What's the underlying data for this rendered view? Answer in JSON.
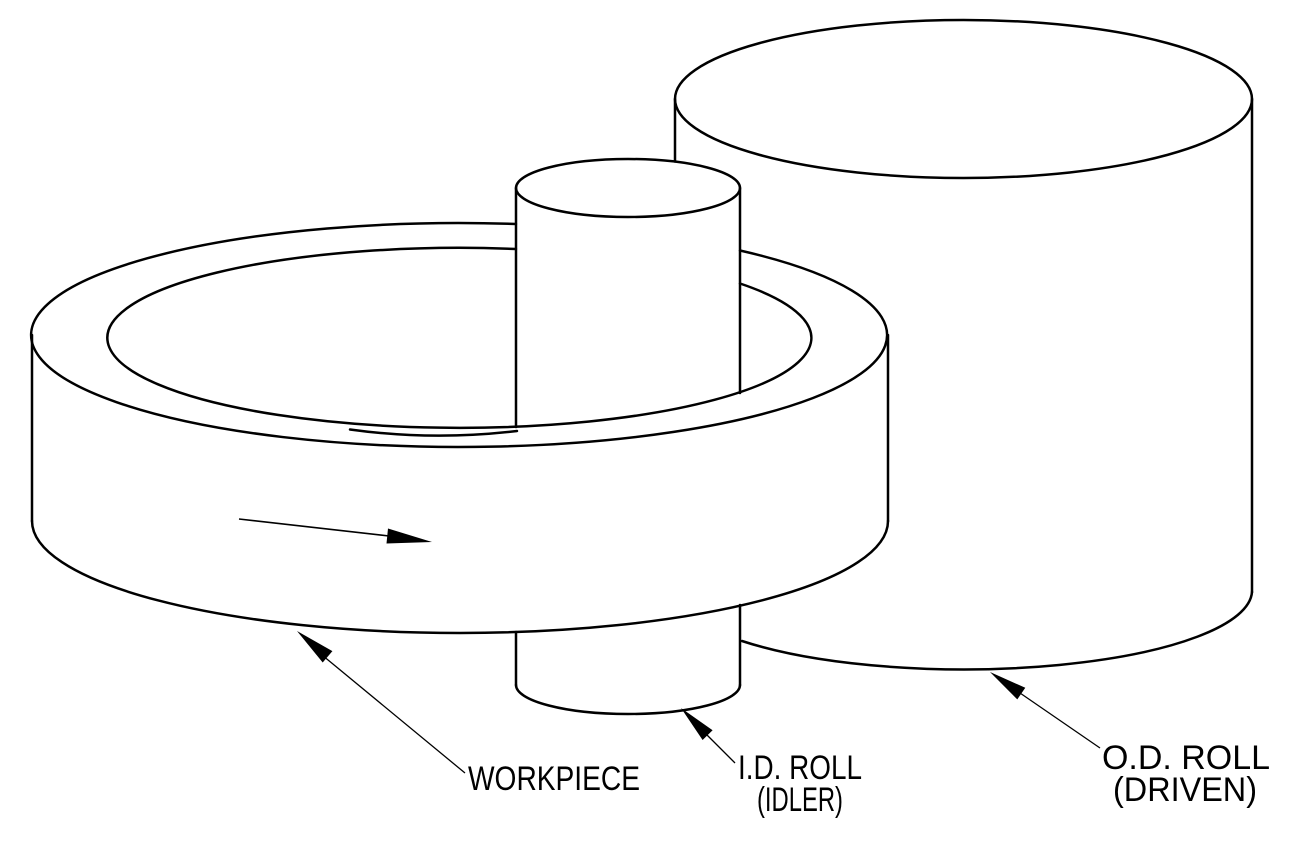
{
  "diagram": {
    "labels": {
      "workpiece": "WORKPIECE",
      "id_roll": "I.D. ROLL",
      "id_roll_sub": "(IDLER)",
      "od_roll": "O.D. ROLL",
      "od_roll_sub": "(DRIVEN)"
    },
    "colors": {
      "line": "#000000",
      "background": "#ffffff"
    }
  }
}
